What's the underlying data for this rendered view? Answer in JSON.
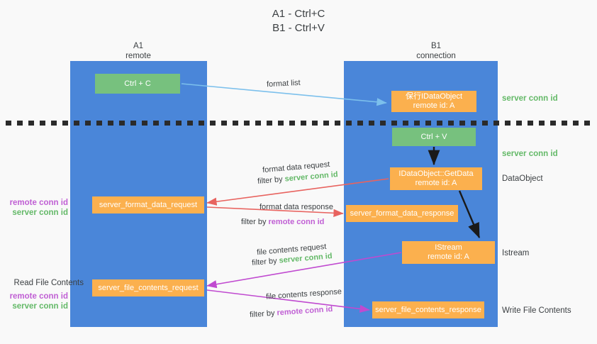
{
  "title": {
    "line1": "A1 - Ctrl+C",
    "line2": "B1 - Ctrl+V"
  },
  "columns": [
    {
      "name": "A1",
      "sub": "remote"
    },
    {
      "name": "B1",
      "sub": "connection"
    }
  ],
  "boxes": {
    "ctrl_c": {
      "label": "Ctrl + C",
      "color": "#77c17e"
    },
    "format_list_obj": {
      "line1": "保行IDataObject",
      "line2": "remote id: A",
      "color": "#fbb04e"
    },
    "ctrl_v": {
      "label": "Ctrl + V",
      "color": "#77c17e"
    },
    "getdata": {
      "line1": "IDataObject::GetData",
      "line2": "remote id: A",
      "color": "#fbb04e"
    },
    "istream": {
      "line1": "IStream",
      "line2": "remote id: A",
      "color": "#fbb04e"
    },
    "server_format_data_request": {
      "label": "server_format_data_request",
      "color": "#fbb04e"
    },
    "server_format_data_response": {
      "label": "server_format_data_response",
      "color": "#fbb04e"
    },
    "server_file_contents_request": {
      "label": "server_file_contents_request",
      "color": "#fbb04e"
    },
    "server_file_contents_response": {
      "label": "server_file_contents_response",
      "color": "#fbb04e"
    }
  },
  "side_labels": {
    "server_conn_id_top": "server conn id",
    "server_conn_id_mid": "server conn id",
    "dataobject": "DataObject",
    "istream": "Istream",
    "write_file_contents": "Write File Contents",
    "read_file_contents": "Read File Contents",
    "remote_conn_id": "remote conn id",
    "server_conn_id": "server conn id"
  },
  "edges": {
    "format_list": "format list",
    "format_data_request": "format data request",
    "filter_by_prefix": "filter by",
    "format_data_response": "format data response",
    "file_contents_request": "file contents request",
    "file_contents_response": "file contents response",
    "server_conn_id": "server conn id",
    "remote_conn_id": "remote conn id"
  },
  "colors": {
    "lane": "#4a86d9",
    "green_box": "#77c17e",
    "orange_box": "#fbb04e",
    "green_text": "#64b968",
    "purple_text": "#c05fd4",
    "red_arrow": "#e8635f",
    "magenta_arrow": "#c04ad0",
    "blue_arrow": "#7cc0ec",
    "black_arrow": "#1a1a1a",
    "background": "#f9f9f9"
  }
}
